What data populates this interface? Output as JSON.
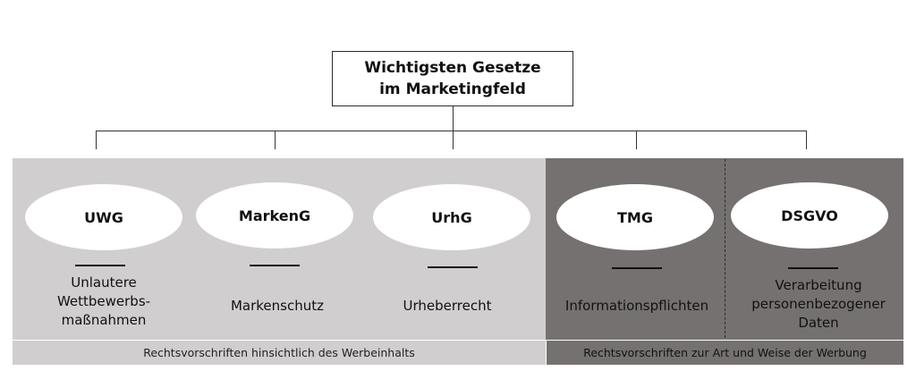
{
  "root": {
    "line1": "Wichtigsten Gesetze",
    "line2": "im Marketingfeld"
  },
  "laws": [
    {
      "abbr": "UWG",
      "desc": [
        "Unlautere",
        "Wettbewerbs-",
        "maßnahmen"
      ]
    },
    {
      "abbr": "MarkenG",
      "desc": [
        "Markenschutz"
      ]
    },
    {
      "abbr": "UrhG",
      "desc": [
        "Urheberrecht"
      ]
    },
    {
      "abbr": "TMG",
      "desc": [
        "Informationspflichten"
      ]
    },
    {
      "abbr": "DSGVO",
      "desc": [
        "Verarbeitung",
        "personenbezogener",
        "Daten"
      ]
    }
  ],
  "groups": {
    "left": "Rechtsvorschriften hinsichtlich des Werbeinhalts",
    "right": "Rechtsvorschriften zur Art und Weise der Werbung"
  },
  "colors": {
    "left_panel": "#d0cecf",
    "right_panel": "#767171",
    "ellipse": "#ffffff"
  }
}
